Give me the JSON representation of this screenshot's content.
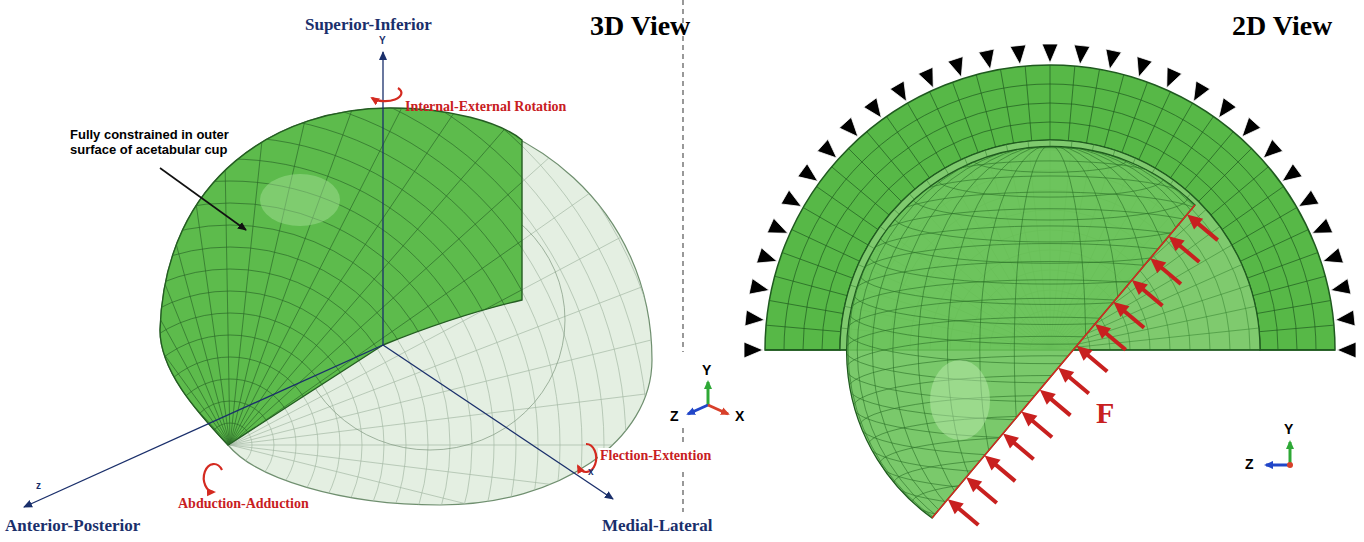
{
  "diagram": {
    "labels": [
      "3D View",
      "2D View",
      "Superior-Inferior",
      "Y",
      "Internal-External Rotation",
      "Fully constrained in outer surface of acetabular cup",
      "z",
      "Abduction-Adduction",
      "Anterior-Posterior",
      "x",
      "Flection-Extention",
      "Medial-Lateral",
      "Y",
      "Z",
      "X",
      "F",
      "Y",
      "Z"
    ]
  }
}
